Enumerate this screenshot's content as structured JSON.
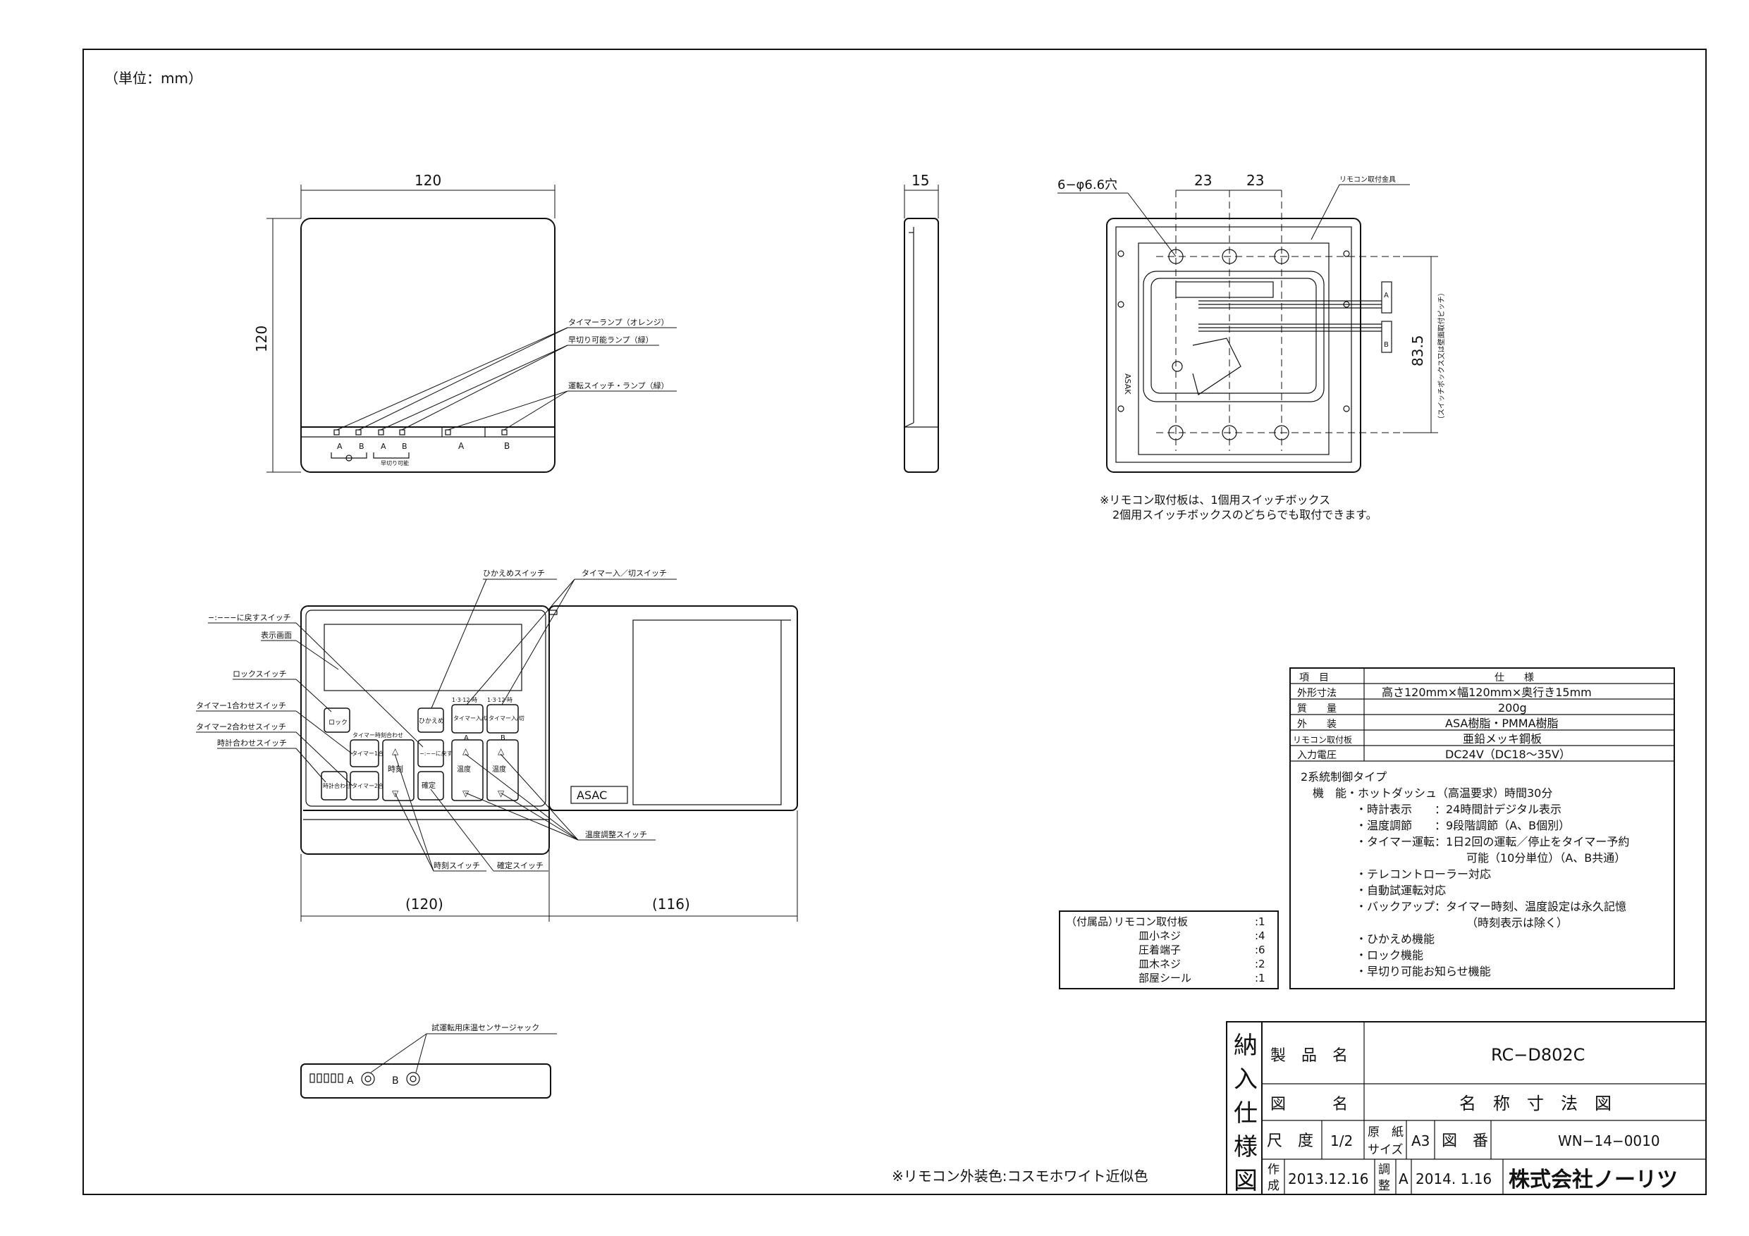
{
  "unit_note": "（単位：mm）",
  "front_view": {
    "width_label": "120",
    "height_label": "120",
    "callouts": [
      "タイマーランプ（オレンジ）",
      "早切り可能ランプ（緑）",
      "運転スイッチ・ランプ（緑）"
    ],
    "bottom_labels": [
      "A",
      "B",
      "A",
      "B",
      "A",
      "B"
    ],
    "hayagiri_label": "早切り可能"
  },
  "side_view": {
    "depth_label": "15"
  },
  "back_view": {
    "hole_label": "6−φ6.6穴",
    "pitch_labels": [
      "23",
      "23"
    ],
    "bracket_label": "リモコン取付金具",
    "height_label": "83.5",
    "height_note": "（スイッチボックス又は壁面取付ピッチ）",
    "wire_labels": [
      "A",
      "B"
    ],
    "brand_mark": "ASAK",
    "note_line1": "※リモコン取付板は、1個用スイッチボックス",
    "note_line2": "2個用スイッチボックスのどちらでも取付できます。"
  },
  "open_view": {
    "callouts_left": [
      "−:−−−に戻すスイッチ",
      "表示画面",
      "ロックスイッチ",
      "タイマー1合わせスイッチ",
      "タイマー2合わせスイッチ",
      "時計合わせスイッチ"
    ],
    "callout_hikaeme": "ひかえめスイッチ",
    "callout_timer": "タイマー入／切スイッチ",
    "callout_temp": "温度調整スイッチ",
    "callout_time": "時刻スイッチ",
    "callout_confirm": "確定スイッチ",
    "buttons": {
      "lock": "ロック",
      "hikaeme": "ひかえめ",
      "timer_a": "タイマー入/切",
      "timer_b": "タイマー入/切",
      "timer1": "タイマー1合わせ",
      "timer2": "タイマー2合わせ",
      "clock": "時計合わせ",
      "reset": "−:−−に戻す",
      "jikoku": "時刻",
      "confirm": "確定",
      "temp_a": "温度",
      "temp_b": "温度",
      "timer_header": "タイマー時刻合わせ",
      "ab_a": "A",
      "ab_b": "B",
      "hour_tag": "1·3·12·時"
    },
    "cover_brand": "ASAC",
    "width_left": "(120)",
    "width_right": "(116)"
  },
  "bottom_view": {
    "callout": "試運転用床温センサージャック",
    "label_a": "A",
    "label_b": "B"
  },
  "spec_table": {
    "header_item": "項　目",
    "header_spec": "仕　　様",
    "rows": [
      {
        "item": "外形寸法",
        "value": "高さ120mm×幅120mm×奥行き15mm"
      },
      {
        "item": "質　　量",
        "value": "200g"
      },
      {
        "item": "外　　装",
        "value": "ASA樹脂・PMMA樹脂"
      },
      {
        "item": "リモコン取付板",
        "value": "亜鉛メッキ鋼板"
      },
      {
        "item": "入力電圧",
        "value": "DC24V（DC18〜35V）"
      }
    ],
    "type_line": "2系統制御タイプ",
    "features": [
      "機　能・ホットダッシュ（高温要求）時間30分",
      "・時計表示　　：24時間計デジタル表示",
      "・温度調節　　：9段階調節（A、B個別）",
      "・タイマー運転：1日2回の運転／停止をタイマー予約",
      "可能（10分単位）（A、B共通）",
      "・テレコントローラー対応",
      "・自動試運転対応",
      "・バックアップ：タイマー時刻、温度設定は永久記憶",
      "（時刻表示は除く）",
      "・ひかえめ機能",
      "・ロック機能",
      "・早切り可能お知らせ機能"
    ]
  },
  "accessories": {
    "heading": "（付属品）",
    "items": [
      {
        "name": "リモコン取付板",
        "qty": ":1"
      },
      {
        "name": "皿小ネジ",
        "qty": ":4"
      },
      {
        "name": "圧着端子",
        "qty": ":6"
      },
      {
        "name": "皿木ネジ",
        "qty": ":2"
      },
      {
        "name": "部屋シール",
        "qty": ":1"
      }
    ]
  },
  "color_note": "※リモコン外装色:コスモホワイト近似色",
  "title_block": {
    "stamp_chars": [
      "納",
      "入",
      "仕",
      "様",
      "図"
    ],
    "product_label": "製　品　名",
    "product_name": "RC−D802C",
    "drawing_label": "図　　　名",
    "drawing_name": "名　称　寸　法　図",
    "scale_label": "尺　度",
    "scale_value": "1/2",
    "paper_label_1": "原　紙",
    "paper_label_2": "サイズ",
    "paper_value": "A3",
    "number_label": "図　番",
    "number_value": "WN−14−0010",
    "made_label_1": "作",
    "made_label_2": "成",
    "made_date": "2013.12.16",
    "adjust_label_1": "調",
    "adjust_label_2": "整",
    "revision": "A",
    "revision_date": "2014. 1.16",
    "company": "株式会社ノーリツ"
  }
}
